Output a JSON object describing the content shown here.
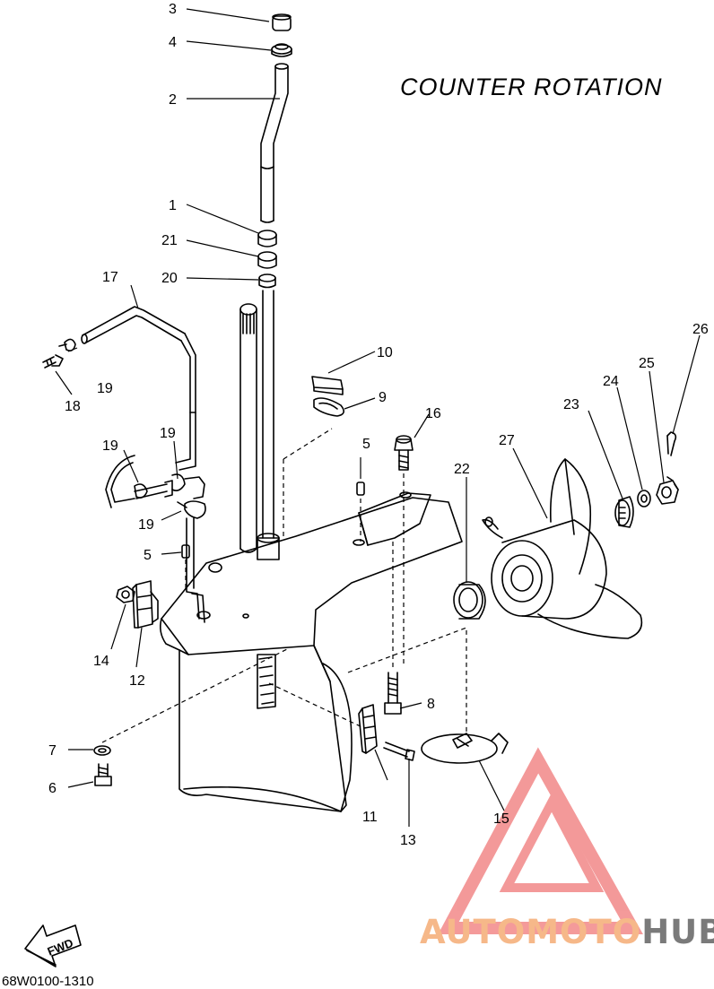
{
  "title": "COUNTER ROTATION",
  "diagram_code": "68W0100-1310",
  "fwd_label": "FWD",
  "watermark": {
    "part1": "AUTOMOTO",
    "part2": "HUB"
  },
  "colors": {
    "line": "#000000",
    "watermark_red": "#f07878",
    "watermark_orange": "#f6b889",
    "watermark_gray": "#7a7a7a"
  },
  "callouts": {
    "c1": "1",
    "c2": "2",
    "c3": "3",
    "c4": "4",
    "c5a": "5",
    "c5b": "5",
    "c6": "6",
    "c7": "7",
    "c8": "8",
    "c9": "9",
    "c10": "10",
    "c11": "11",
    "c12": "12",
    "c13": "13",
    "c14": "14",
    "c15": "15",
    "c16": "16",
    "c17": "17",
    "c18": "18",
    "c19a": "19",
    "c19b": "19",
    "c19c": "19",
    "c19d": "19",
    "c20": "20",
    "c21": "21",
    "c22": "22",
    "c23": "23",
    "c24": "24",
    "c25": "25",
    "c26": "26",
    "c27": "27"
  }
}
